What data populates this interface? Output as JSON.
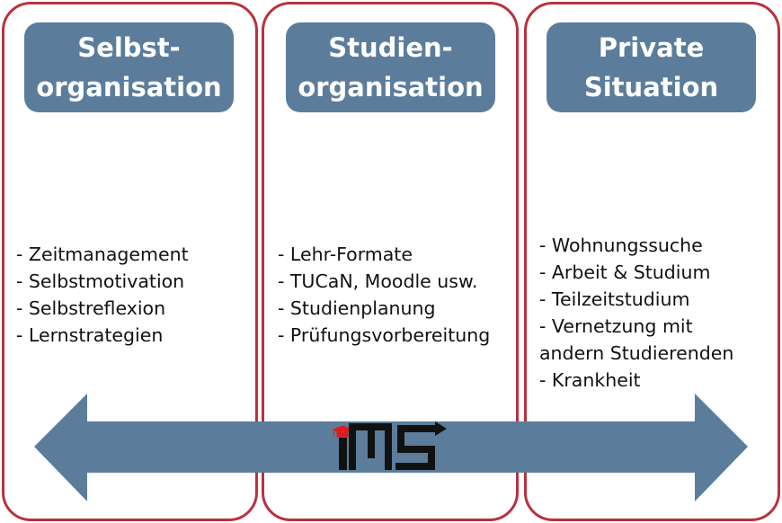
{
  "columns": [
    {
      "title_lines": [
        "Selbst-",
        "organisation"
      ],
      "items": [
        "- Zeitmanagement",
        "- Selbstmotivation",
        "- Selbstreflexion",
        "- Lernstrategien"
      ]
    },
    {
      "title_lines": [
        "Studien-",
        "organisation"
      ],
      "items": [
        "- Lehr-Formate",
        "- TUCaN, Moodle usw.",
        "- Studienplanung",
        "- Prüfungsvorbereitung"
      ]
    },
    {
      "title_lines": [
        "Private",
        "Situation"
      ],
      "items": [
        "- Wohnungssuche",
        "- Arbeit & Studium",
        "- Teilzeitstudium",
        "- Vernetzung mit",
        "andern Studierenden",
        "- Krankheit"
      ]
    }
  ],
  "logo": {
    "text": "iMS"
  },
  "colors": {
    "border": "#b8323f",
    "header": "#5b7d9b",
    "arrow": "#5b7d9b",
    "logo_cap": "#e0191f"
  }
}
